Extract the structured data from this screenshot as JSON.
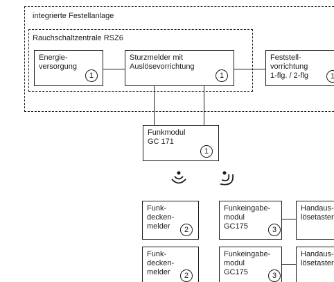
{
  "labels": {
    "outer_frame": "integrierte Festellanlage",
    "inner_frame": "Rauchschaltzentrale RSZ6"
  },
  "boxes": {
    "energy": {
      "text": "Energie-\nversorgung",
      "number": "1"
    },
    "detector": {
      "text": "Sturzmelder mit\nAuslösevorrichtung",
      "number": "1"
    },
    "holder": {
      "text": "Feststell-\nvorrichtung\n1-flg. / 2-flg",
      "number": "1"
    },
    "radio_module": {
      "text": "Funkmodul\nGC 171",
      "number": "1"
    },
    "ceiling_detector_1": {
      "text": "Funk-\ndecken-\nmelder",
      "number": "2"
    },
    "ceiling_detector_2": {
      "text": "Funk-\ndecken-\nmelder",
      "number": "2"
    },
    "input_module_1": {
      "text": "Funkeingabe-\nmodul\nGC175",
      "number": "3"
    },
    "input_module_2": {
      "text": "Funkeingabe-\nmodul\nGC175",
      "number": "3"
    },
    "release_button_1": {
      "text": "Handaus-\nlösetaster"
    },
    "release_button_2": {
      "text": "Handaus-\nlösetaster"
    }
  },
  "icons": [
    "radio-wave-icon"
  ]
}
